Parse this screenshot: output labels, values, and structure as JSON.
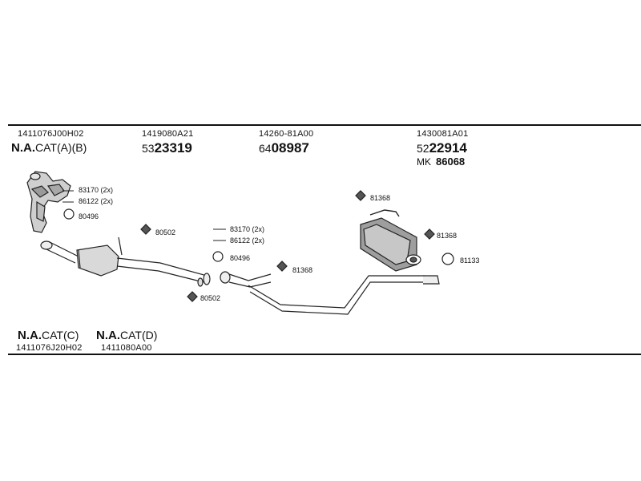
{
  "header_part_numbers": [
    "1411076J00H02",
    "1419080A21",
    "14260-81A00",
    "1430081A01"
  ],
  "variant_top": {
    "prefix": "N.A.",
    "suffix": "CAT(A)(B)"
  },
  "reference_codes": [
    {
      "prefix": "53",
      "number": "23319"
    },
    {
      "prefix": "64",
      "number": "08987"
    },
    {
      "prefix": "52",
      "number": "22914"
    },
    {
      "prefix": "MK",
      "number": "86068"
    }
  ],
  "callouts": {
    "c83170_left": "83170 (2x)",
    "c86122_left": "86122 (2x)",
    "c80496_left": "80496",
    "c80502_top": "80502",
    "c83170_mid": "83170 (2x)",
    "c86122_mid": "86122 (2x)",
    "c80496_mid": "80496",
    "c80502_bottom": "80502",
    "c81368_mid": "81368",
    "c81368_top": "81368",
    "c81368_right": "81368",
    "c81133": "81133"
  },
  "footer_variants": [
    {
      "prefix": "N.A.",
      "suffix": "CAT(C)",
      "part": "1411076J20H02"
    },
    {
      "prefix": "N.A.",
      "suffix": "CAT(D)",
      "part": "1411080A00"
    }
  ]
}
